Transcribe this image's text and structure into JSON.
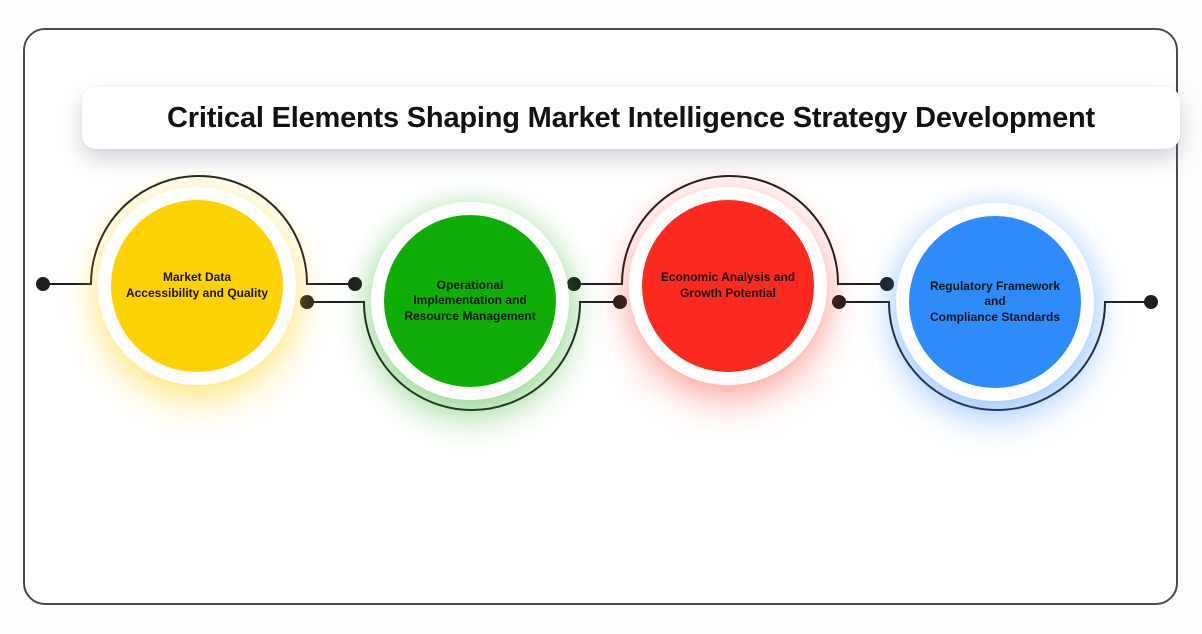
{
  "header": {
    "title": "Critical Elements Shaping Market Intelligence Strategy Development"
  },
  "diagram": {
    "type": "process-circle-chain",
    "connector_color": "#1e1e1e",
    "nodes": [
      {
        "label": "Market Data\nAccessibility and Quality",
        "color": "#FFD204",
        "arc_position": "top"
      },
      {
        "label": "Operational\nImplementation and\nResource Management",
        "color": "#0FAE06",
        "arc_position": "bottom"
      },
      {
        "label": "Economic Analysis and\nGrowth Potential",
        "color": "#FC2A1E",
        "arc_position": "top"
      },
      {
        "label": "Regulatory Framework\nand\nCompliance Standards",
        "color": "#2E8BFA",
        "arc_position": "bottom"
      }
    ]
  }
}
